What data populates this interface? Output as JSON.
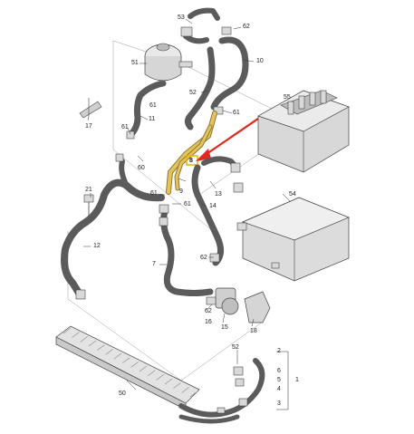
{
  "colors": {
    "hose": "#5b5b5b",
    "highlight_pipe": "#e6c25a",
    "highlight_box": "#e8b400",
    "arrow": "#e5261f"
  },
  "highlight": {
    "box_label": "8",
    "arrow_icon": "red-arrow-icon"
  },
  "labels": [
    {
      "id": "l53",
      "text": "53"
    },
    {
      "id": "l62a",
      "text": "62"
    },
    {
      "id": "l10",
      "text": "10"
    },
    {
      "id": "l51",
      "text": "51"
    },
    {
      "id": "l52a",
      "text": "52"
    },
    {
      "id": "l61a",
      "text": "61"
    },
    {
      "id": "l55",
      "text": "55"
    },
    {
      "id": "l17",
      "text": "17"
    },
    {
      "id": "l61b",
      "text": "61"
    },
    {
      "id": "l11",
      "text": "11"
    },
    {
      "id": "l61c",
      "text": "61"
    },
    {
      "id": "l60",
      "text": "60"
    },
    {
      "id": "l9",
      "text": "9"
    },
    {
      "id": "l13",
      "text": "13"
    },
    {
      "id": "l21",
      "text": "21"
    },
    {
      "id": "l61d",
      "text": "61"
    },
    {
      "id": "l61e",
      "text": "61"
    },
    {
      "id": "l14",
      "text": "14"
    },
    {
      "id": "l54",
      "text": "54"
    },
    {
      "id": "l12",
      "text": "12"
    },
    {
      "id": "l62b",
      "text": "62"
    },
    {
      "id": "l7",
      "text": "7"
    },
    {
      "id": "l62c",
      "text": "62"
    },
    {
      "id": "l16",
      "text": "16"
    },
    {
      "id": "l15",
      "text": "15"
    },
    {
      "id": "l18",
      "text": "18"
    },
    {
      "id": "l52b",
      "text": "52"
    },
    {
      "id": "l2",
      "text": "2"
    },
    {
      "id": "l6",
      "text": "6"
    },
    {
      "id": "l5",
      "text": "5"
    },
    {
      "id": "l1",
      "text": "1"
    },
    {
      "id": "l4",
      "text": "4"
    },
    {
      "id": "l50",
      "text": "50"
    },
    {
      "id": "l3",
      "text": "3"
    },
    {
      "id": "l8",
      "text": "8"
    }
  ]
}
